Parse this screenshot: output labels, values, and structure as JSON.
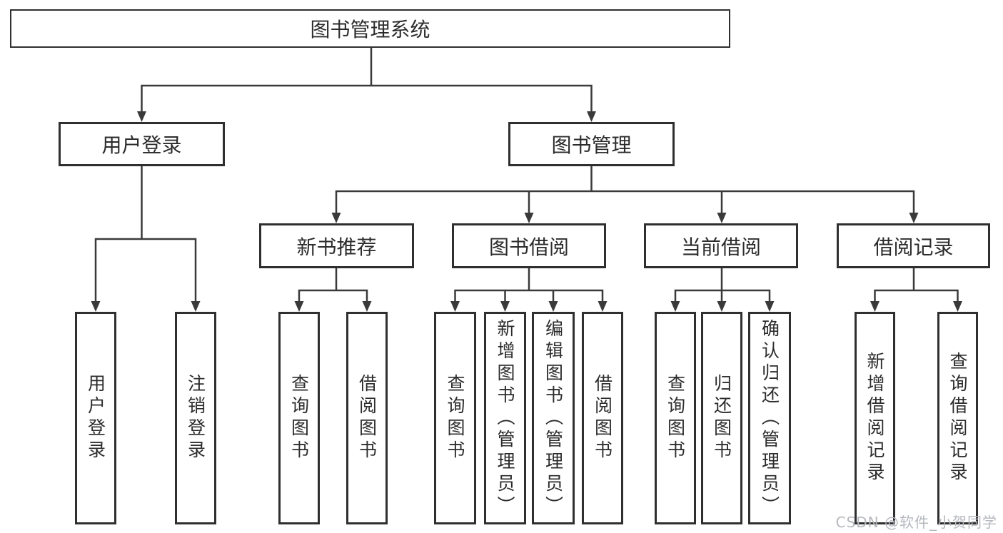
{
  "tree": {
    "label": "图书管理系统",
    "children": [
      {
        "label": "用户登录",
        "children": [
          {
            "label": "用户登录"
          },
          {
            "label": "注销登录"
          }
        ]
      },
      {
        "label": "图书管理",
        "children": [
          {
            "label": "新书推荐",
            "children": [
              {
                "label": "查询图书"
              },
              {
                "label": "借阅图书"
              }
            ]
          },
          {
            "label": "图书借阅",
            "children": [
              {
                "label": "查询图书"
              },
              {
                "label": "新增图书（管理员）"
              },
              {
                "label": "编辑图书（管理员）"
              },
              {
                "label": "借阅图书"
              }
            ]
          },
          {
            "label": "当前借阅",
            "children": [
              {
                "label": "查询图书"
              },
              {
                "label": "归还图书"
              },
              {
                "label": "确认归还（管理员）"
              }
            ]
          },
          {
            "label": "借阅记录",
            "children": [
              {
                "label": "新增借阅记录"
              },
              {
                "label": "查询借阅记录"
              }
            ]
          }
        ]
      }
    ]
  },
  "watermark": {
    "text": "CSDN @软件_小贺同学"
  },
  "colors": {
    "line": "#3a3a3a",
    "box_border": "#2f2f2f",
    "text": "#2c2c2c",
    "watermark_text": "#b5b8be",
    "background": "#ffffff"
  }
}
